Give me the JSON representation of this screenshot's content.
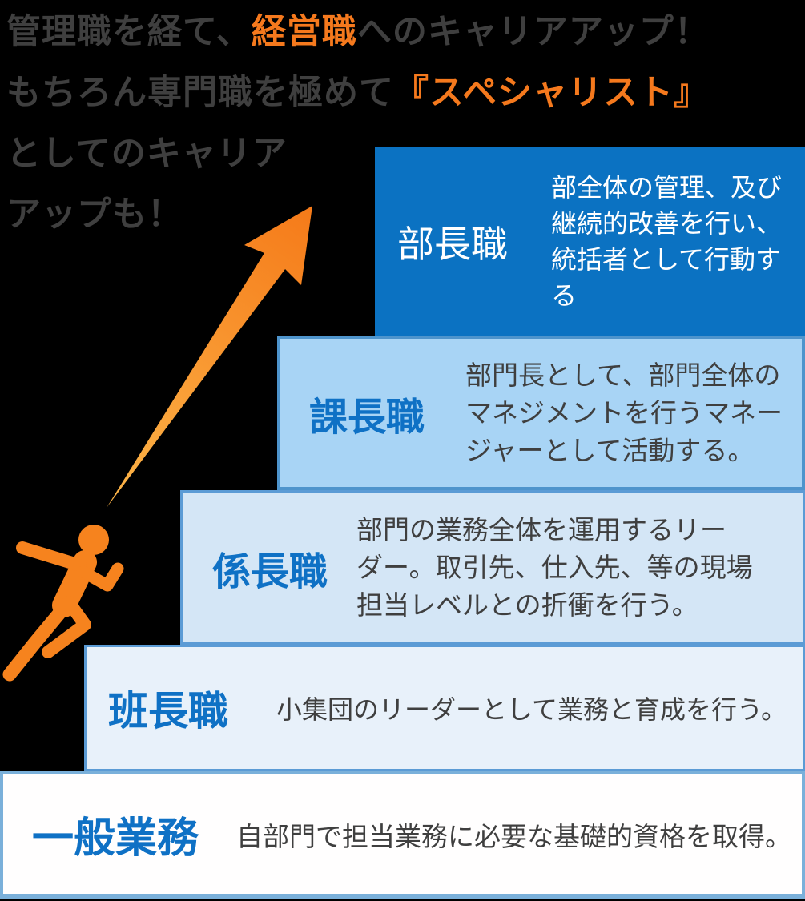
{
  "page": {
    "background_color": "#000000",
    "type": "career-path-staircase-diagram"
  },
  "headline": {
    "line1_prefix": "管理職を経て、",
    "line1_highlight": "経営職",
    "line1_suffix": "へのキャリアアップ！",
    "line2_prefix": "もちろん専門職を極めて",
    "line2_highlight": "『スペシャリスト』",
    "line3": "としてのキャリア",
    "line4": "アップも！",
    "text_color": "#3f3f3f",
    "highlight_color": "#f5791d"
  },
  "steps": [
    {
      "title": "部長職",
      "description": "部全体の管理、及び\n継続的改善を行い、\n統括者として行動する",
      "background": "#0b72c2",
      "title_color": "#ffffff",
      "text_color": "#ffffff"
    },
    {
      "title": "課長職",
      "description": "部門長として、部門全体の\nマネジメントを行うマネー\nジャーとして活動する。",
      "background": "#a8d4f5",
      "border_color": "#4e94cc",
      "title_color": "#0f71c5",
      "text_color": "#3f3f3f"
    },
    {
      "title": "係長職",
      "description": "部門の業務全体を運用するリー\nダー。取引先、仕入先、等の現場\n担当レベルとの折衝を行う。",
      "background": "#d4e6f6",
      "border_color": "#5b9bd5",
      "title_color": "#0f71c5",
      "text_color": "#3f3f3f"
    },
    {
      "title": "班長職",
      "description": "小集団のリーダーとして業務と育成を行う。",
      "background": "#e8f1fa",
      "border_color": "#5b9bd5",
      "title_color": "#0f71c5",
      "text_color": "#3f3f3f"
    },
    {
      "title": "一般業務",
      "description": "自部門で担当業務に必要な基礎的資格を取得。",
      "background": "#fffefe",
      "border_color": "#7ab0da",
      "title_color": "#0f71c5",
      "text_color": "#3f3f3f"
    }
  ],
  "icons": {
    "arrow": "diagonal-up-arrow",
    "runner": "running-person",
    "arrow_gradient_start": "#fcb549",
    "arrow_gradient_end": "#f57a19",
    "runner_color": "#f6831e"
  }
}
